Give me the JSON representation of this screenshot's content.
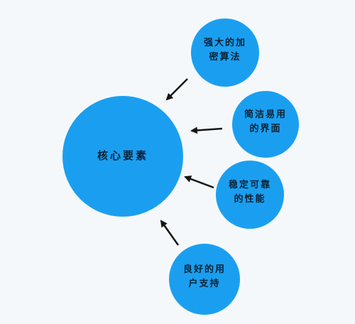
{
  "colors": {
    "background": "#f5f8fa",
    "node_fill": "#1a9ff0",
    "arrow": "#151515",
    "text": "#0d2236"
  },
  "diagram": {
    "center": {
      "label": "核心要素"
    },
    "nodes": [
      {
        "id": "algorithm",
        "line1": "强大的加",
        "line2": "密算法"
      },
      {
        "id": "ui",
        "line1": "简洁易用",
        "line2": "的界面"
      },
      {
        "id": "performance",
        "line1": "稳定可靠",
        "line2": "的性能"
      },
      {
        "id": "support",
        "line1": "良好的用",
        "line2": "户支持"
      }
    ]
  }
}
